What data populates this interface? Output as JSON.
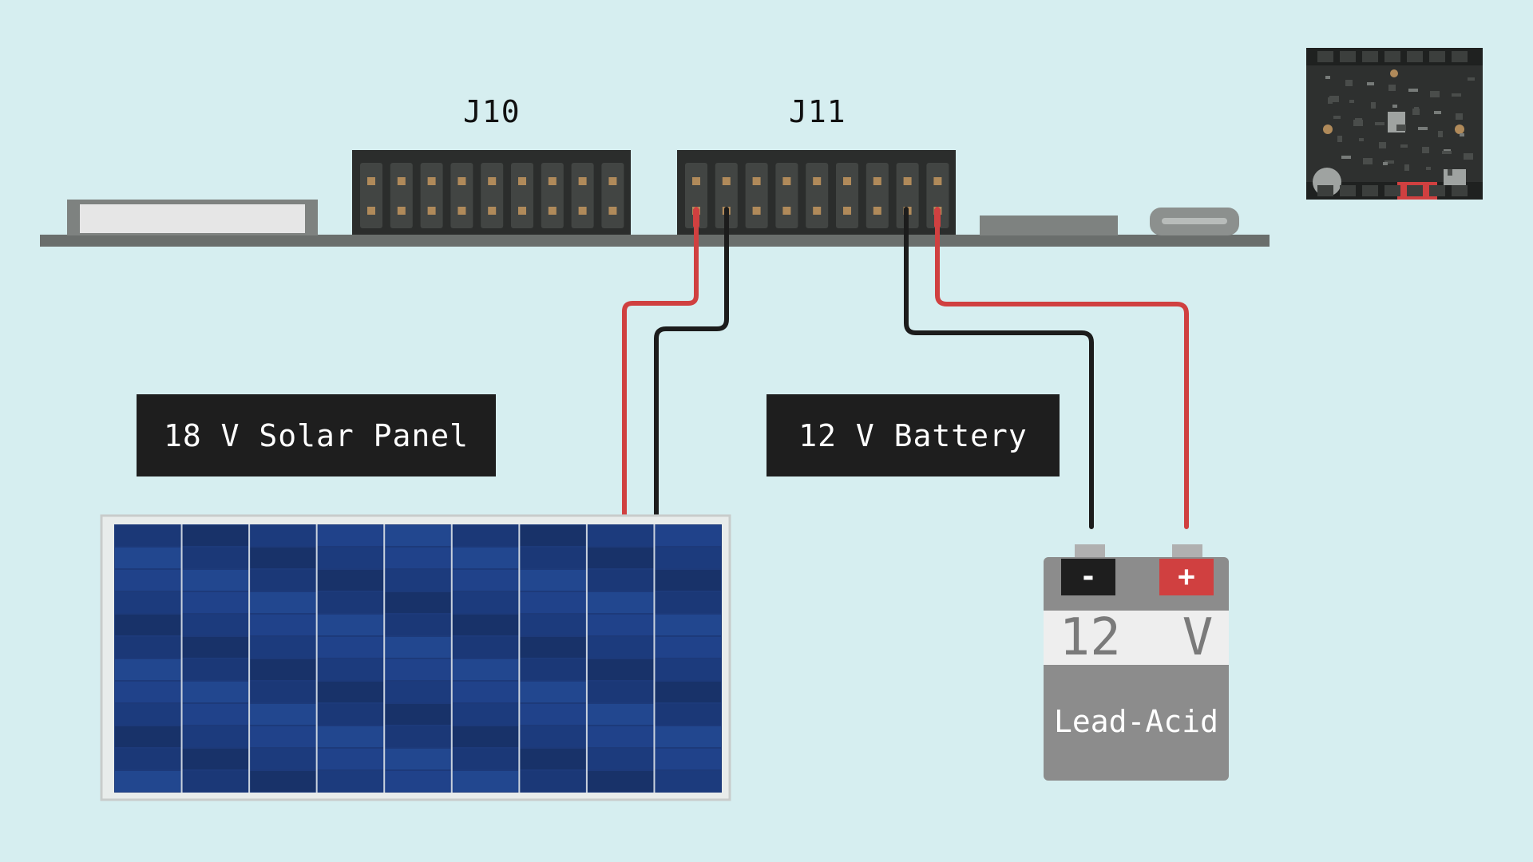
{
  "connectors": {
    "j10": "J10",
    "j11": "J11"
  },
  "labels": {
    "solar_panel": "18 V Solar Panel",
    "battery": "12 V Battery"
  },
  "battery": {
    "voltage": "12  V",
    "chemistry": "Lead-Acid",
    "negative_symbol": "-",
    "positive_symbol": "+"
  },
  "colors": {
    "background": "#d6eef0",
    "positive_wire": "#d04040",
    "negative_wire": "#1c1c1c",
    "board": "#6a6e6c",
    "connector": "#3a3c3b",
    "panel_cell": "#1d3a7a",
    "battery_body": "#8c8c8c"
  },
  "icons": {
    "solar_panel": "solar-panel-icon",
    "battery": "battery-icon",
    "board_thumbnail": "pcb-board-icon"
  }
}
